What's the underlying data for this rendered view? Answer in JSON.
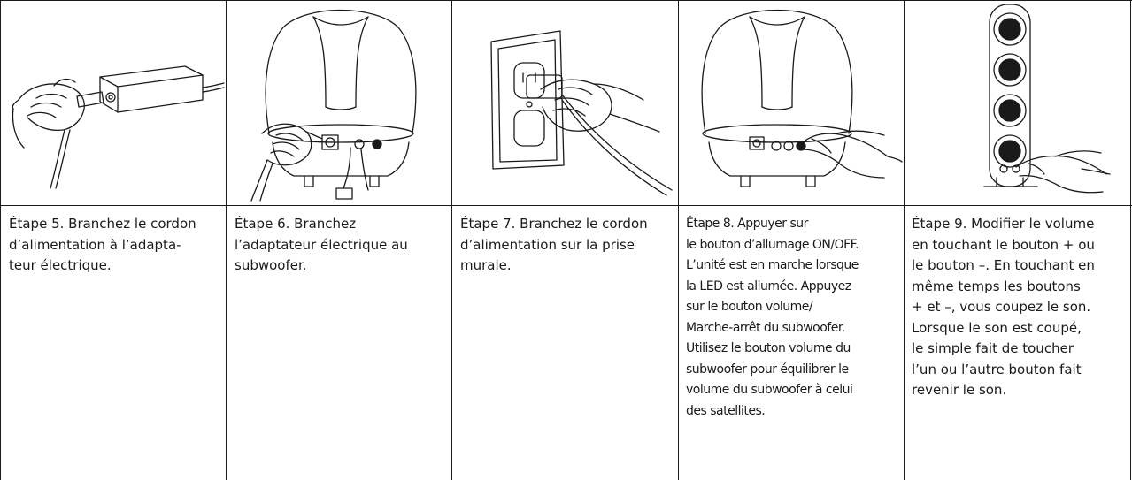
{
  "steps": [
    {
      "illustration": "hand-plugging-cord-into-power-adapter",
      "caption": "Étape 5. Branchez le cordon\nd’alimentation à l’adapta-\nteur électrique."
    },
    {
      "illustration": "hand-plugging-adapter-into-subwoofer-rear",
      "caption": "Étape 6. Branchez\nl’adaptateur électrique au\nsubwoofer."
    },
    {
      "illustration": "hand-plugging-cord-into-wall-outlet",
      "caption": "Étape 7. Branchez le cordon\nd’alimentation sur la prise\nmurale."
    },
    {
      "illustration": "finger-pressing-subwoofer-power-button",
      "caption": "Étape 8. Appuyer sur\nle bouton d’allumage ON/OFF.\nL’unité est en marche lorsque\nla LED est allumée. Appuyez\nsur le bouton volume/\nMarche-arrêt du subwoofer.\nUtilisez le bouton volume du\nsubwoofer pour équilibrer le\nvolume du subwoofer à celui\ndes satellites."
    },
    {
      "illustration": "finger-touching-satellite-volume-button",
      "caption": "Étape 9. Modifier le volume\nen touchant le bouton + ou\nle bouton –. En touchant en\nmême temps les boutons\n+ et –, vous coupez le son.\nLorsque le son est coupé,\nle simple fait de toucher\nl’un ou l’autre bouton fait\nrevenir le son."
    }
  ]
}
